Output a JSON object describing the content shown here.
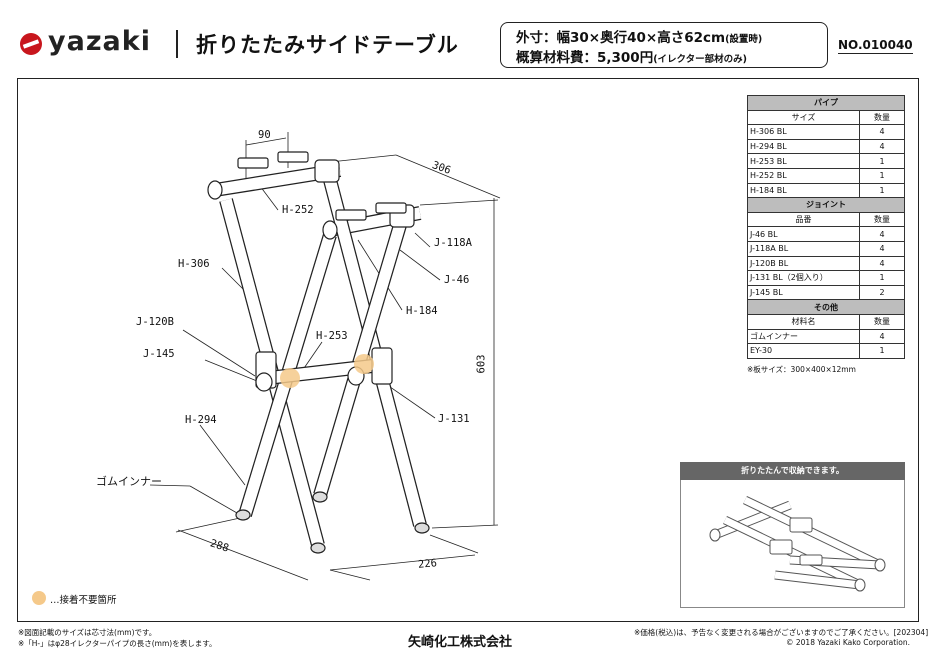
{
  "header": {
    "logo": "yazaki",
    "title": "折りたたみサイドテーブル",
    "spec_dims": "外寸：幅30×奥行40×高さ62cm",
    "spec_dims_note": "(設置時)",
    "spec_cost": "概算材料費：5,300円",
    "spec_cost_note": "(イレクター部材のみ)",
    "product_no": "NO.010040"
  },
  "parts": {
    "pipe_section": "パイプ",
    "pipe_col_name": "サイズ",
    "pipe_col_qty": "数量",
    "pipes": [
      {
        "name": "H-306 BL",
        "qty": "4"
      },
      {
        "name": "H-294 BL",
        "qty": "4"
      },
      {
        "name": "H-253 BL",
        "qty": "1"
      },
      {
        "name": "H-252 BL",
        "qty": "1"
      },
      {
        "name": "H-184 BL",
        "qty": "1"
      }
    ],
    "joint_section": "ジョイント",
    "joint_col_name": "品番",
    "joint_col_qty": "数量",
    "joints": [
      {
        "name": "J-46 BL",
        "qty": "4"
      },
      {
        "name": "J-118A BL",
        "qty": "4"
      },
      {
        "name": "J-120B BL",
        "qty": "4"
      },
      {
        "name": "J-131 BL（2個入り）",
        "qty": "1"
      },
      {
        "name": "J-145 BL",
        "qty": "2"
      }
    ],
    "other_section": "その他",
    "other_col_name": "材料名",
    "other_col_qty": "数量",
    "others": [
      {
        "name": "ゴムインナー",
        "qty": "4"
      },
      {
        "name": "EY-30",
        "qty": "1"
      }
    ],
    "board_note": "※板サイズ：300×400×12mm"
  },
  "folded": {
    "caption": "折りたたんで収納できます。"
  },
  "diagram": {
    "dim_90": "90",
    "dim_306": "306",
    "dim_603": "603",
    "dim_288": "288",
    "dim_226": "226",
    "labels": {
      "h252": "H-252",
      "h306": "H-306",
      "j118a": "J-118A",
      "j46": "J-46",
      "h184": "H-184",
      "j120b": "J-120B",
      "h253": "H-253",
      "j145": "J-145",
      "h294": "H-294",
      "j131": "J-131",
      "rubber": "ゴムインナー"
    }
  },
  "legend": {
    "text": "…接着不要箇所",
    "color": "#f5c98a"
  },
  "footer": {
    "note1": "※図面記載のサイズは芯寸法(mm)です。",
    "note2": "※「H-」はφ28イレクターパイプの長さ(mm)を表します。",
    "company": "矢崎化工株式会社",
    "note3": "※価格(税込)は、予告なく変更される場合がございますのでご了承ください。[202304]",
    "copyright": "© 2018 Yazaki Kako Corporation."
  }
}
